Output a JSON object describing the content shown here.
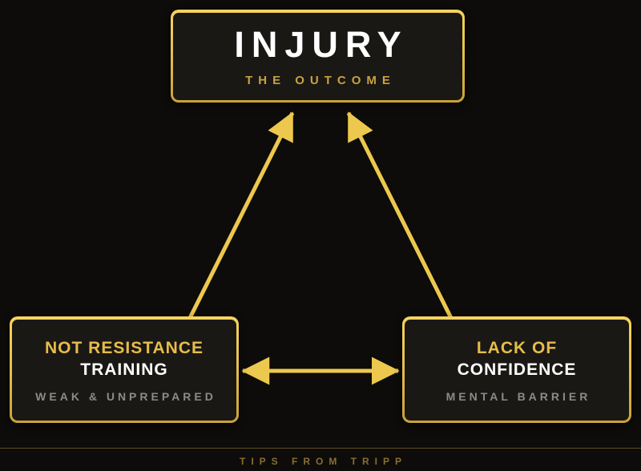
{
  "colors": {
    "page-bg": "#0d0c0a",
    "box-bg": "#1a1815",
    "gold": "#edc84e",
    "border-top": "#f5d55e",
    "border-mid": "#e2bc4a",
    "border-bottom": "#c9a136",
    "title-gold": "#e7bd4a",
    "subtitle-gold": "#c9a240",
    "muted-gray": "#8b8b8b",
    "white": "#ffffff",
    "divider": "#5f4c20",
    "footer-gold": "#8a6d33"
  },
  "diagram": {
    "injury_box": {
      "title": "INJURY",
      "subtitle": "THE OUTCOME"
    },
    "resistance_box": {
      "title_accent": "NOT RESISTANCE",
      "title_main": "TRAINING",
      "subtitle": "WEAK & UNPREPARED"
    },
    "confidence_box": {
      "title_accent": "LACK OF",
      "title_main": "CONFIDENCE",
      "subtitle": "MENTAL BARRIER"
    },
    "arrows": [
      {
        "name": "resistance-to-injury",
        "from": "resistance_box",
        "to": "injury_box",
        "direction": "up"
      },
      {
        "name": "confidence-to-injury",
        "from": "confidence_box",
        "to": "injury_box",
        "direction": "up"
      },
      {
        "name": "resistance-confidence",
        "from": "resistance_box",
        "to": "confidence_box",
        "direction": "both"
      }
    ]
  },
  "footer": {
    "label": "TIPS FROM TRIPP"
  }
}
